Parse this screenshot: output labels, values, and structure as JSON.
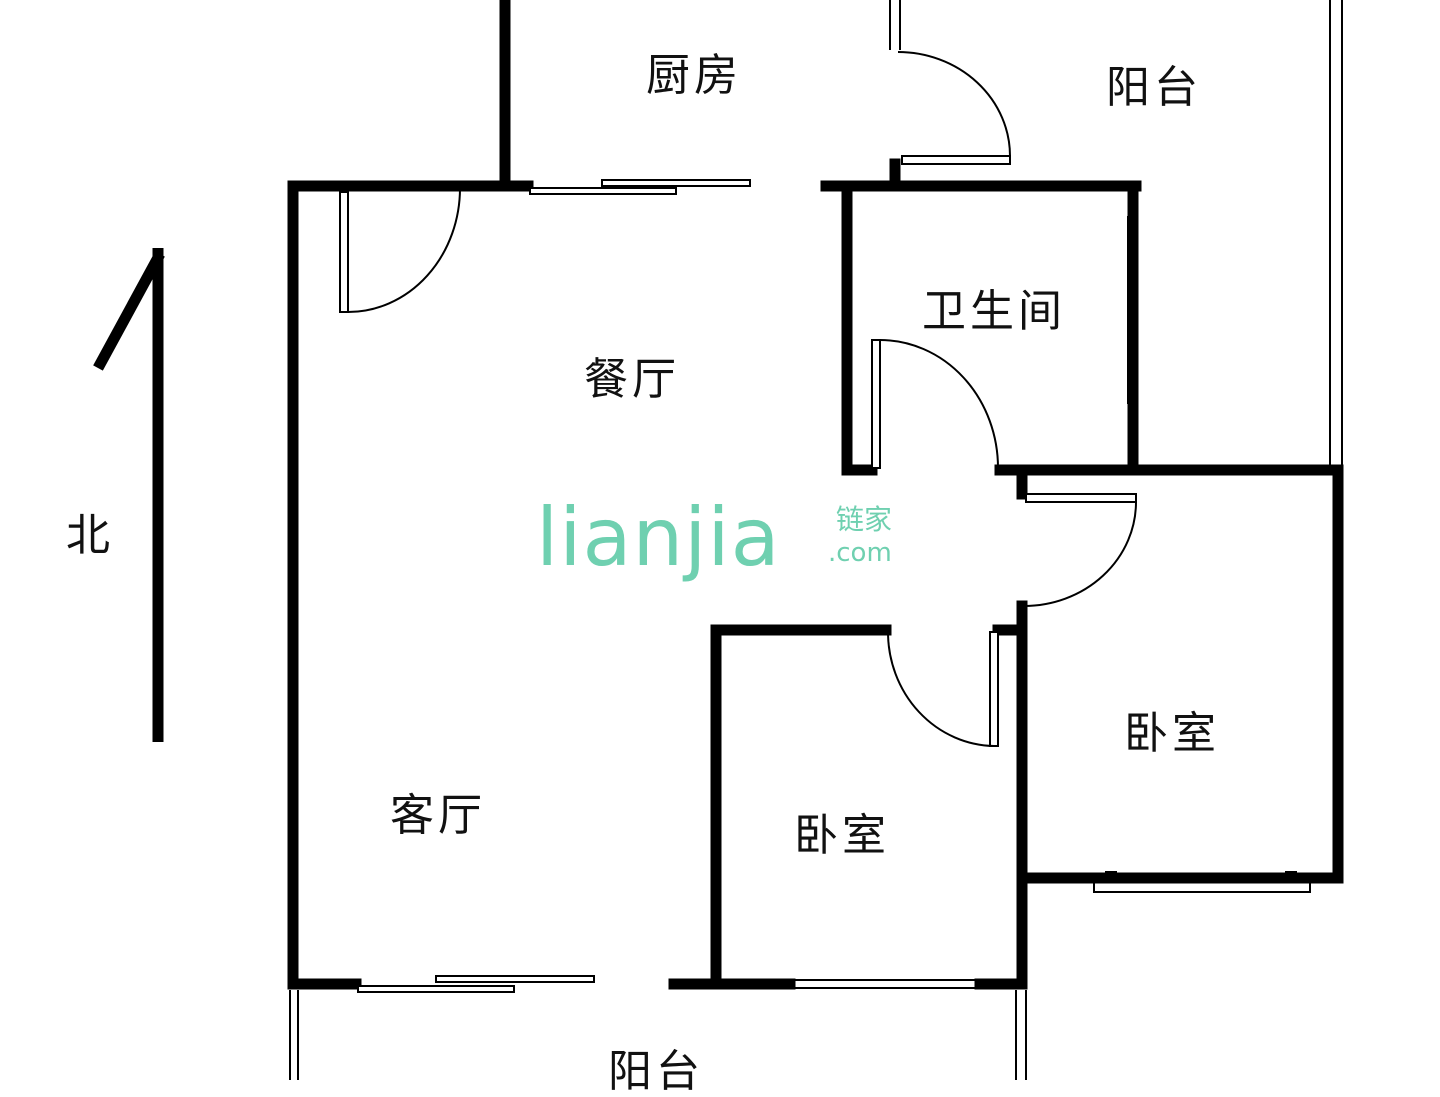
{
  "rooms": {
    "kitchen": "厨房",
    "balcony_top": "阳台",
    "dining": "餐厅",
    "bathroom": "卫生间",
    "living": "客厅",
    "bedroom_right": "卧室",
    "bedroom_center": "卧室",
    "balcony_bottom": "阳台"
  },
  "compass": {
    "label": "北"
  },
  "watermark": {
    "main": "lianjia",
    "cn": "链家",
    "domain": ".com"
  },
  "colors": {
    "wall": "#000000",
    "watermark": "#6fd0b0"
  }
}
